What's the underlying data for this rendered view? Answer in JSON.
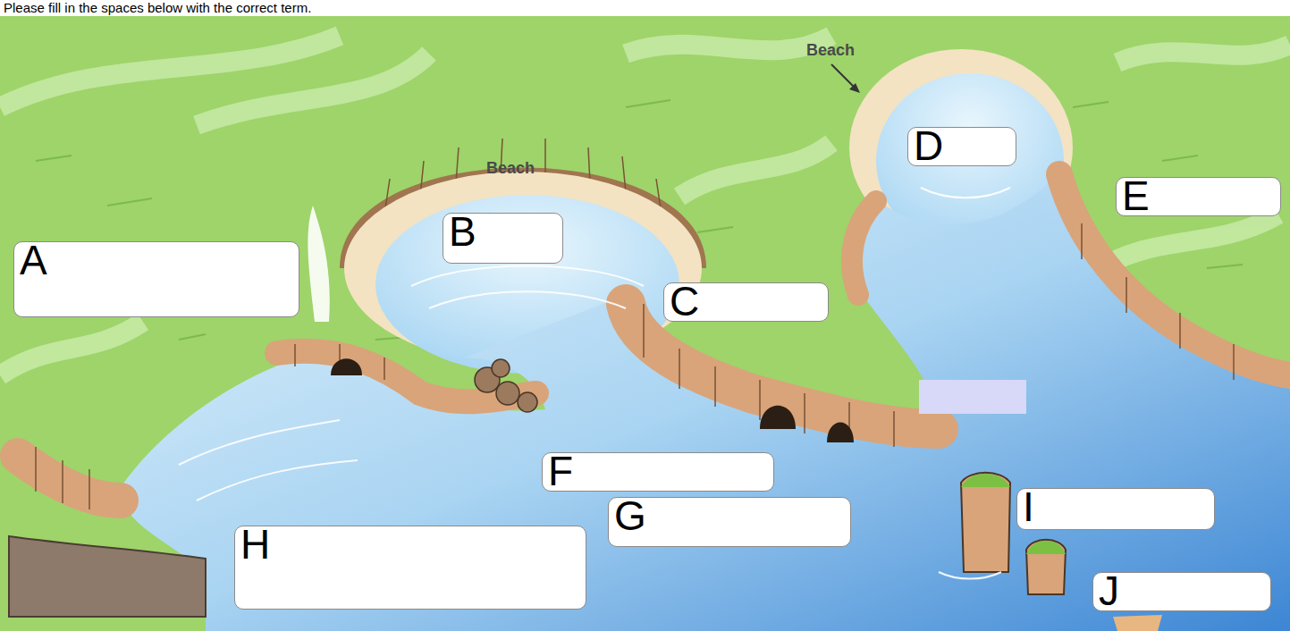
{
  "diagram": {
    "title": "Please fill in the spaces below with the correct term.",
    "nodes": [
      {
        "text": [
          "A"
        ]
      },
      {
        "text": [
          "B"
        ]
      },
      {
        "text": [
          "C"
        ]
      },
      {
        "text": [
          "D"
        ]
      },
      {
        "text": [
          "E"
        ]
      },
      {
        "text": [
          "F"
        ]
      },
      {
        "text": [
          "G"
        ]
      },
      {
        "text": [
          "H"
        ]
      },
      {
        "text": [
          "I"
        ]
      },
      {
        "text": [
          "J"
        ]
      }
    ],
    "labels": [
      "Beach",
      "Beach"
    ]
  }
}
